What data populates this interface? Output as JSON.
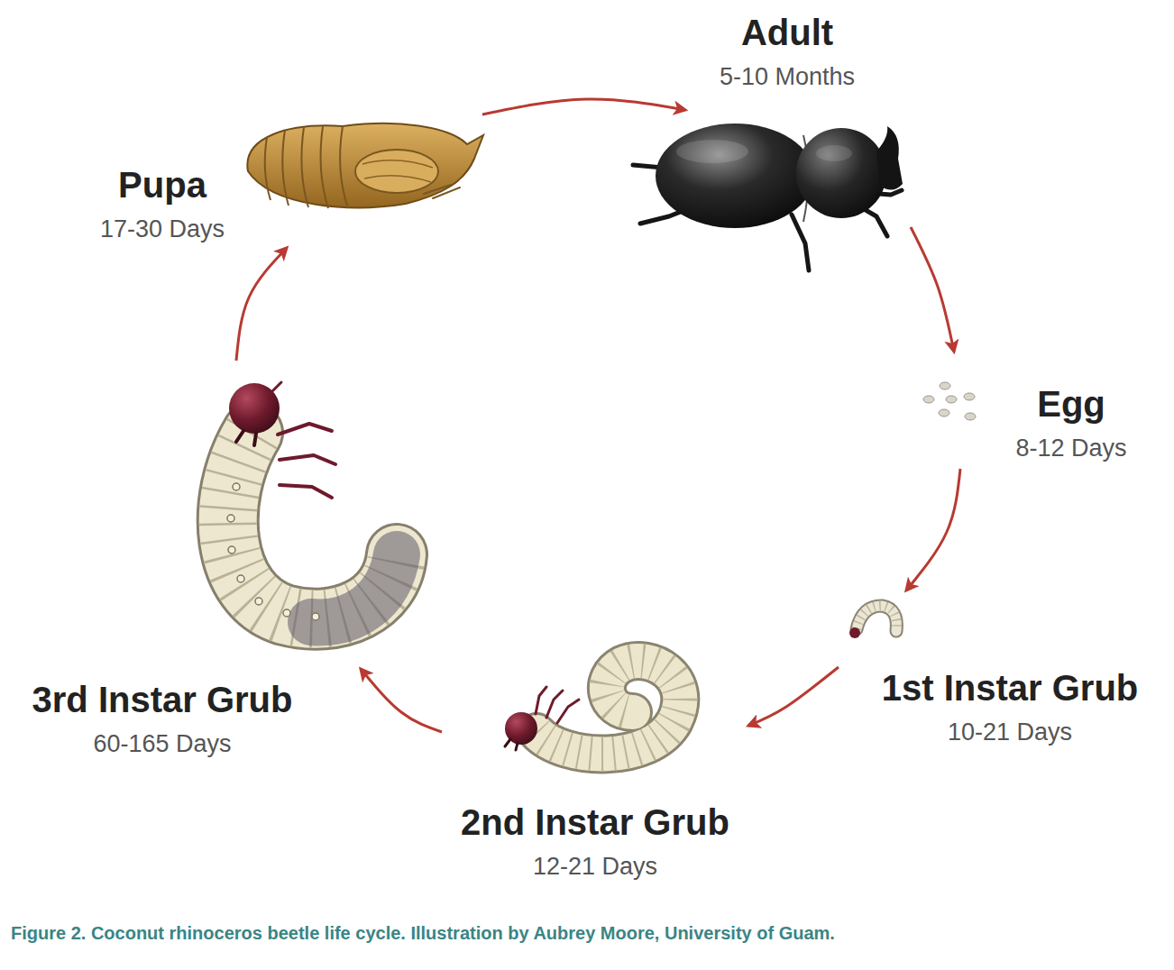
{
  "diagram": {
    "caption": "Figure 2. Coconut rhinoceros beetle life cycle. Illustration by Aubrey Moore, University of Guam.",
    "nodes": [
      {
        "text": [
          "Adult",
          "5-10 Months"
        ]
      },
      {
        "text": [
          "Egg",
          "8-12 Days"
        ]
      },
      {
        "text": [
          "1st Instar Grub",
          "10-21 Days"
        ]
      },
      {
        "text": [
          "2nd Instar Grub",
          "12-21 Days"
        ]
      },
      {
        "text": [
          "3rd Instar Grub",
          "60-165 Days"
        ]
      },
      {
        "text": [
          "Pupa",
          "17-30 Days"
        ]
      }
    ],
    "edges": [
      {
        "from": 0,
        "to": 1,
        "arrow": "to"
      },
      {
        "from": 1,
        "to": 2,
        "arrow": "to"
      },
      {
        "from": 2,
        "to": 3,
        "arrow": "to"
      },
      {
        "from": 3,
        "to": 4,
        "arrow": "to"
      },
      {
        "from": 4,
        "to": 5,
        "arrow": "to"
      },
      {
        "from": 5,
        "to": 0,
        "arrow": "to"
      }
    ]
  }
}
